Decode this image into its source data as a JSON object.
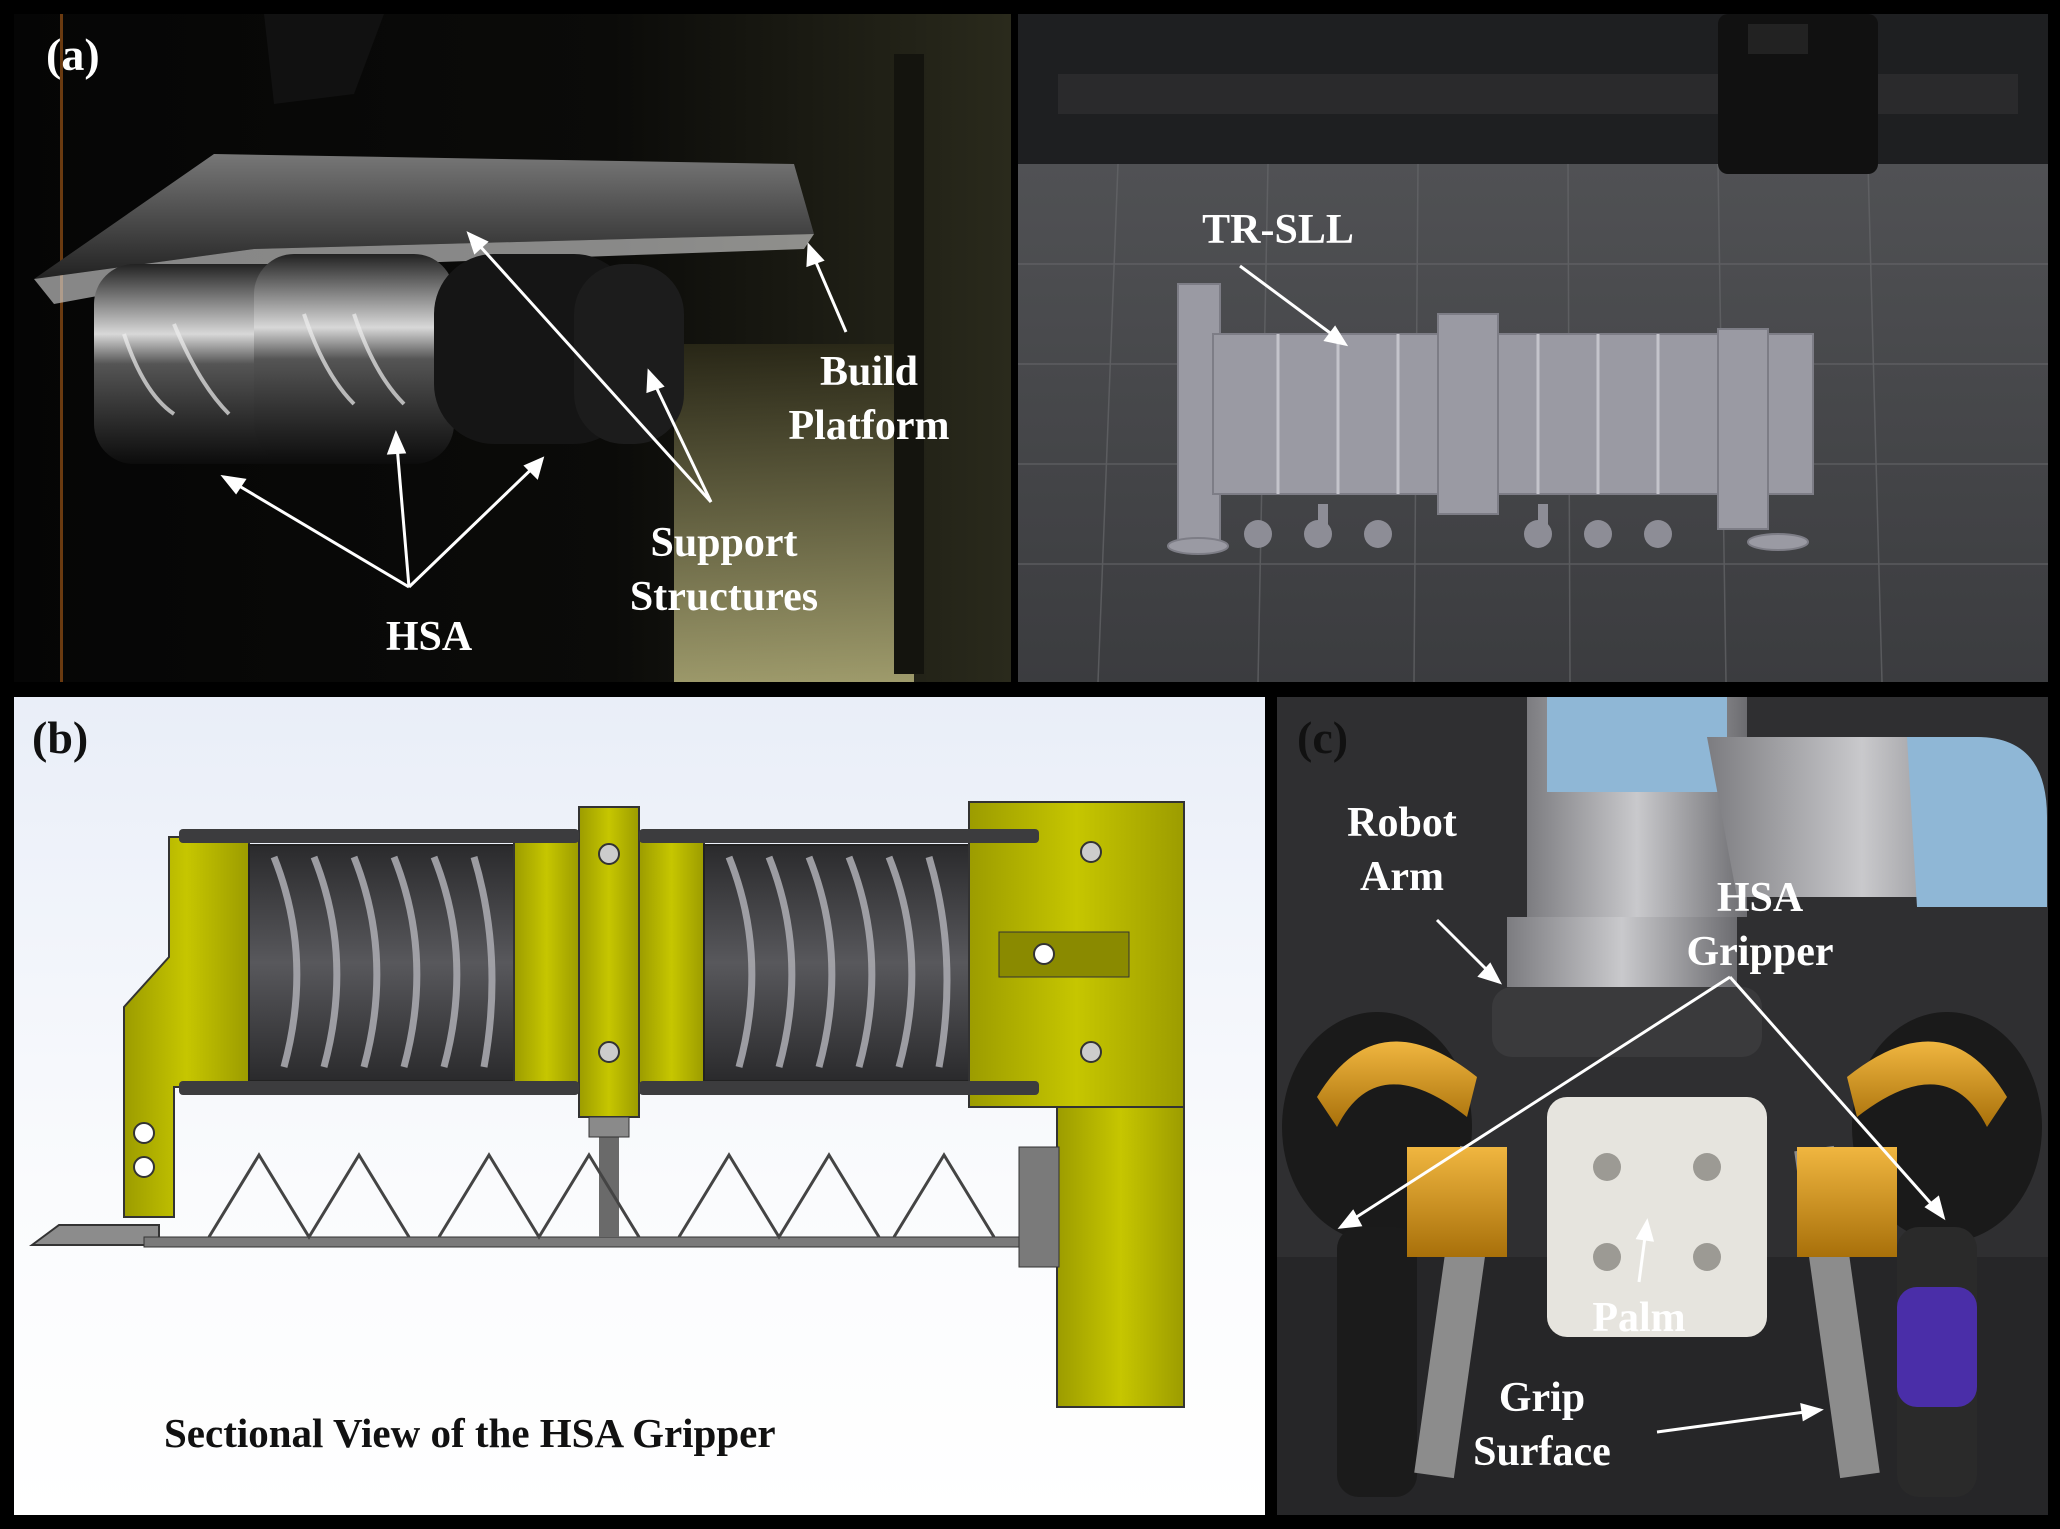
{
  "panels": {
    "a": {
      "tag": "(a)",
      "labels": {
        "build_platform": "Build\nPlatform",
        "support_structures": "Support\nStructures",
        "hsa": "HSA",
        "tr_sll": "TR-SLL"
      }
    },
    "b": {
      "tag": "(b)",
      "caption": "Sectional View of the HSA Gripper"
    },
    "c": {
      "tag": "(c)",
      "labels": {
        "robot_arm": "Robot\nArm",
        "hsa_gripper": "HSA\nGripper",
        "palm": "Palm",
        "grip_surface": "Grip\nSurface"
      }
    }
  },
  "colors": {
    "cad_yellow": "#b8b800",
    "cad_dark": "#3c3c3e",
    "robot_blue": "#8fb7d6",
    "gold": "#c8901a",
    "filament_gray": "#9a9aa3"
  }
}
